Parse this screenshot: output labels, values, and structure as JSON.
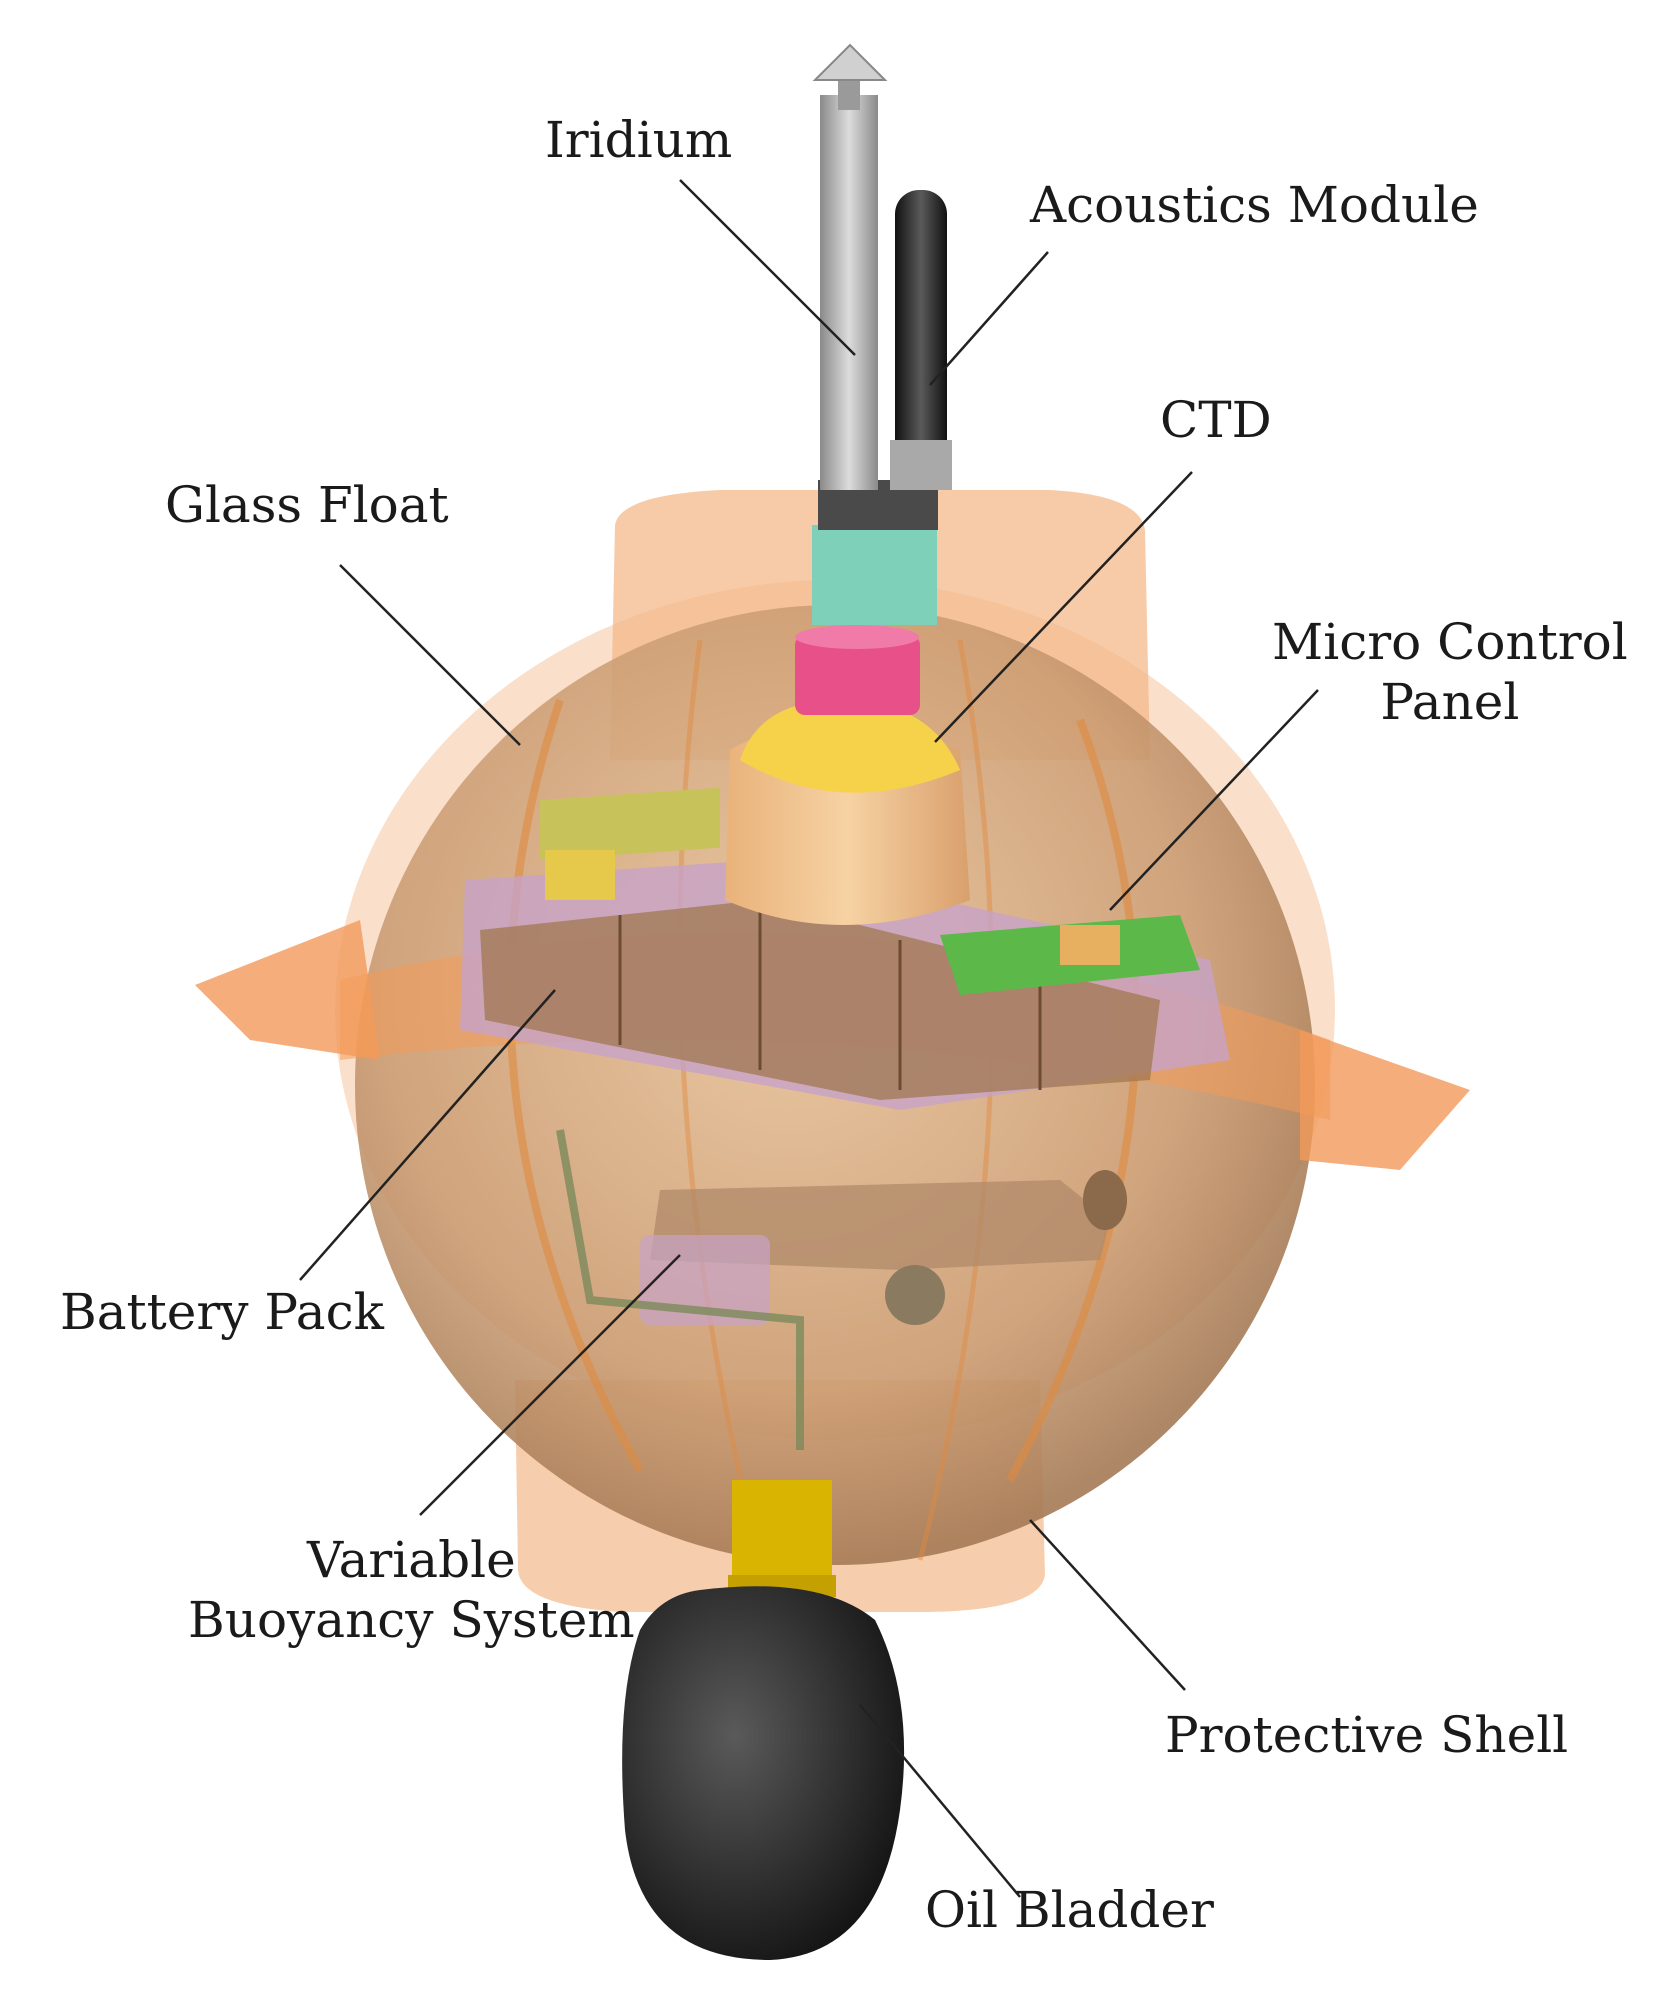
{
  "labels": {
    "iridium": "Iridium",
    "acoustics": "Acoustics Module",
    "ctd": "CTD",
    "glass_float": "Glass Float",
    "mcp_line1": "Micro Control",
    "mcp_line2": "Panel",
    "battery": "Battery Pack",
    "vbs_line1": "Variable",
    "vbs_line2": "Buoyancy System",
    "shell": "Protective Shell",
    "bladder": "Oil Bladder"
  },
  "colors": {
    "shell": "#f4b98a",
    "flange": "#f39a5a",
    "ctd_body": "#f3c48a",
    "ctd_cap": "#f6d24a",
    "pink_connector": "#e8508a",
    "teal_connector": "#7fd0b8",
    "iridium_antenna": "#b8b8b8",
    "acoustic_antenna": "#2e2e2e",
    "board_green": "#5db84a",
    "tray_purple": "#c7a3c8",
    "neck_yellow": "#d9b400",
    "bladder": "#2a2a2a"
  }
}
